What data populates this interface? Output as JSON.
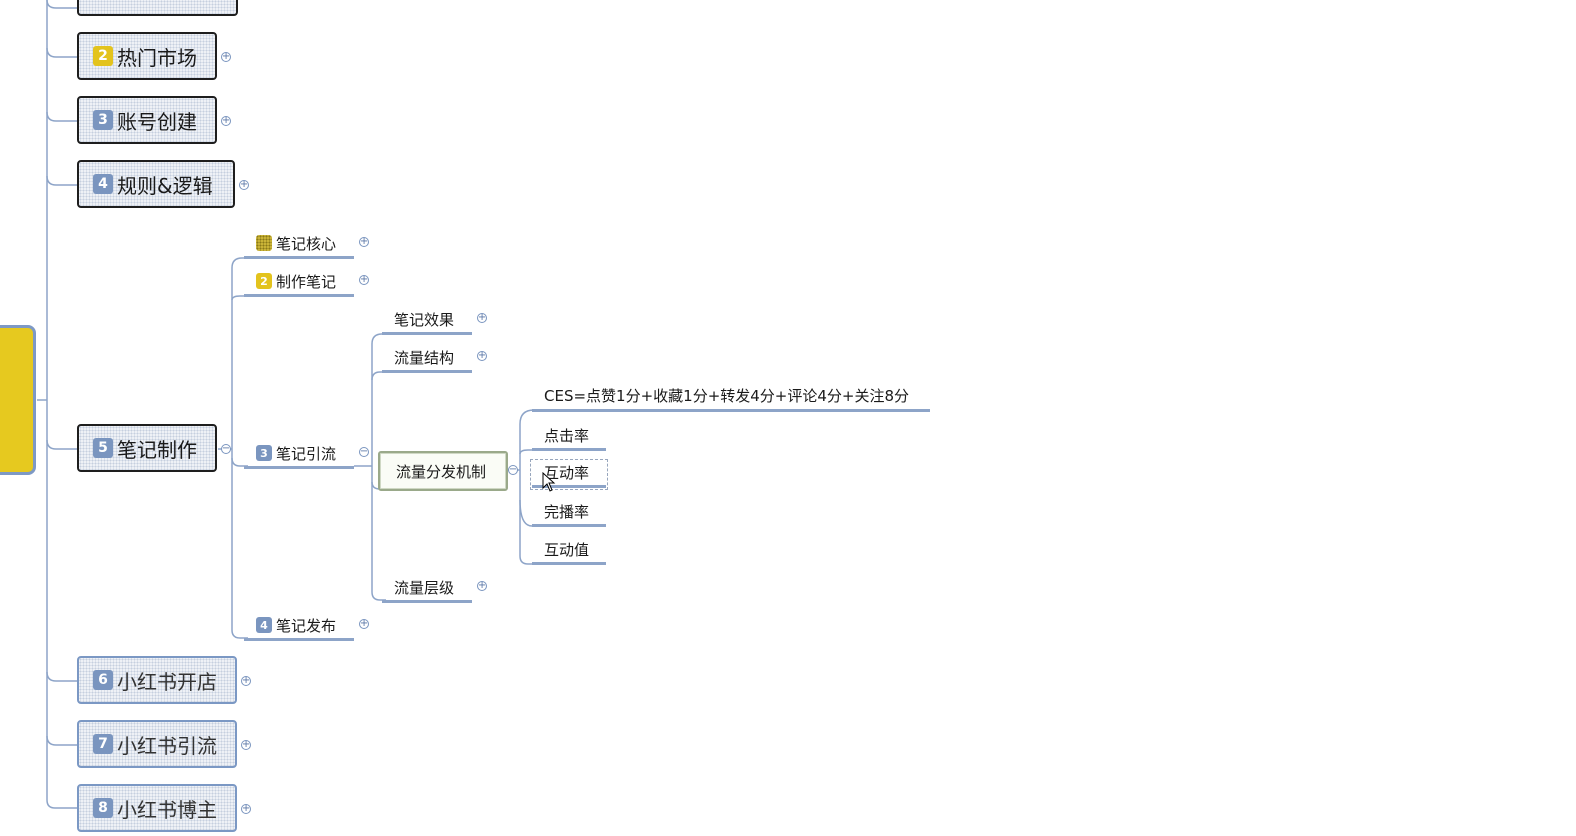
{
  "level1": [
    {
      "num": "2",
      "label": "热门市场"
    },
    {
      "num": "3",
      "label": "账号创建"
    },
    {
      "num": "4",
      "label": "规则&逻辑"
    },
    {
      "num": "5",
      "label": "笔记制作"
    },
    {
      "num": "6",
      "label": "小红书开店"
    },
    {
      "num": "7",
      "label": "小红书引流"
    },
    {
      "num": "8",
      "label": "小红书博主"
    }
  ],
  "level2": [
    {
      "num": "",
      "label": "笔记核心"
    },
    {
      "num": "2",
      "label": "制作笔记"
    },
    {
      "num": "3",
      "label": "笔记引流"
    },
    {
      "num": "4",
      "label": "笔记发布"
    }
  ],
  "level3": [
    "笔记效果",
    "流量结构",
    "流量分发机制",
    "流量层级"
  ],
  "level4": [
    "CES=点赞1分+收藏1分+转发4分+评论4分+关注8分",
    "点击率",
    "互动率",
    "完播率",
    "互动值"
  ],
  "toggles": {
    "expand": "+",
    "collapse": "−"
  },
  "colors": {
    "line": "#8da4c8",
    "badge_blue": "#7a95bf",
    "badge_yellow": "#e3c31d",
    "root": "#e6c91f"
  }
}
